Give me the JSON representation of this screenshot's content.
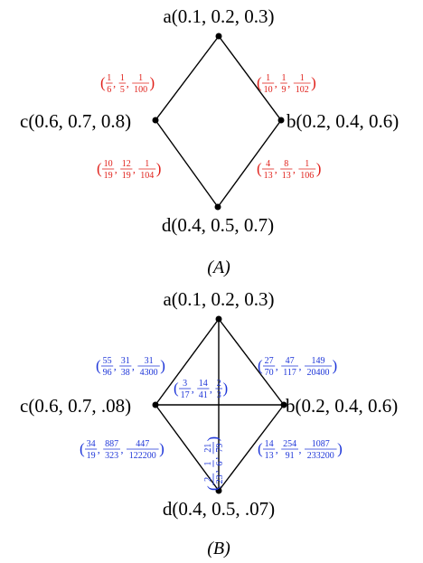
{
  "colors": {
    "graph_a_labels": "#e0201a",
    "graph_b_labels": "#1d35d8",
    "lines": "#000000"
  },
  "graph_a": {
    "caption": "(A)",
    "vertices": {
      "a": "a(0.1, 0.2, 0.3)",
      "b": "b(0.2, 0.4, 0.6)",
      "c": "c(0.6, 0.7, 0.8)",
      "d": "d(0.4, 0.5, 0.7)"
    },
    "edges": {
      "ac": [
        [
          "1",
          "6"
        ],
        [
          "1",
          "5"
        ],
        [
          "1",
          "100"
        ]
      ],
      "ab": [
        [
          "1",
          "10"
        ],
        [
          "1",
          "9"
        ],
        [
          "1",
          "102"
        ]
      ],
      "cd": [
        [
          "10",
          "19"
        ],
        [
          "12",
          "19"
        ],
        [
          "1",
          "104"
        ]
      ],
      "bd": [
        [
          "4",
          "13"
        ],
        [
          "8",
          "13"
        ],
        [
          "1",
          "106"
        ]
      ]
    }
  },
  "graph_b": {
    "caption": "(B)",
    "vertices": {
      "a": "a(0.1, 0.2, 0.3)",
      "b": "b(0.2, 0.4, 0.6)",
      "c": "c(0.6, 0.7, .08)",
      "d": "d(0.4, 0.5, .07)"
    },
    "edges": {
      "ac": [
        [
          "55",
          "96"
        ],
        [
          "31",
          "38"
        ],
        [
          "31",
          "4300"
        ]
      ],
      "ab": [
        [
          "27",
          "70"
        ],
        [
          "47",
          "117"
        ],
        [
          "149",
          "20400"
        ]
      ],
      "cb": [
        [
          "3",
          "17"
        ],
        [
          "14",
          "41"
        ],
        [
          "2",
          "3"
        ]
      ],
      "cd": [
        [
          "34",
          "19"
        ],
        [
          "887",
          "323"
        ],
        [
          "447",
          "122200"
        ]
      ],
      "bd": [
        [
          "14",
          "13"
        ],
        [
          "254",
          "91"
        ],
        [
          "1087",
          "233200"
        ]
      ],
      "ad": [
        [
          "2",
          "23"
        ],
        [
          "1",
          "6"
        ],
        [
          "21",
          "79"
        ]
      ]
    }
  }
}
